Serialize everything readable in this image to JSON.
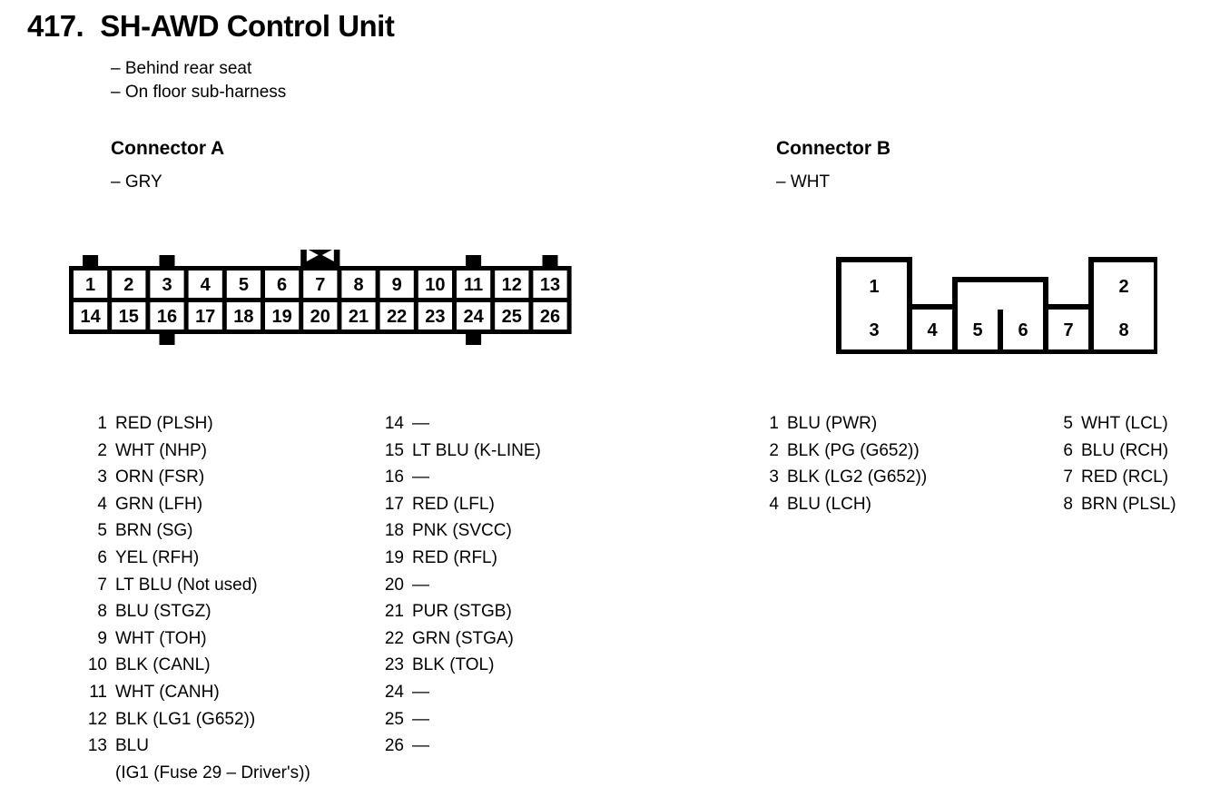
{
  "heading": {
    "number": "417.",
    "title": "SH-AWD Control Unit"
  },
  "location_notes": [
    "– Behind rear seat",
    "– On floor sub-harness"
  ],
  "connector_a": {
    "header": "Connector A",
    "color": "– GRY",
    "pin_count": 26,
    "top_row": [
      "1",
      "2",
      "3",
      "4",
      "5",
      "6",
      "7",
      "8",
      "9",
      "10",
      "11",
      "12",
      "13"
    ],
    "bottom_row": [
      "14",
      "15",
      "16",
      "17",
      "18",
      "19",
      "20",
      "21",
      "22",
      "23",
      "24",
      "25",
      "26"
    ],
    "top_tab_pins": [
      "1",
      "3",
      "11",
      "13"
    ],
    "bottom_tab_pins": [
      "16",
      "24"
    ],
    "key_marker_pin": "7",
    "pins_left": [
      {
        "num": "1",
        "desc": "RED (PLSH)"
      },
      {
        "num": "2",
        "desc": "WHT (NHP)"
      },
      {
        "num": "3",
        "desc": "ORN (FSR)"
      },
      {
        "num": "4",
        "desc": "GRN (LFH)"
      },
      {
        "num": "5",
        "desc": "BRN (SG)"
      },
      {
        "num": "6",
        "desc": "YEL (RFH)"
      },
      {
        "num": "7",
        "desc": "LT BLU (Not used)"
      },
      {
        "num": "8",
        "desc": "BLU (STGZ)"
      },
      {
        "num": "9",
        "desc": "WHT (TOH)"
      },
      {
        "num": "10",
        "desc": "BLK (CANL)"
      },
      {
        "num": "11",
        "desc": "WHT (CANH)"
      },
      {
        "num": "12",
        "desc": "BLK (LG1 (G652))"
      },
      {
        "num": "13",
        "desc": "BLU",
        "desc_line2": "(IG1 (Fuse 29 – Driver's))"
      }
    ],
    "pins_right": [
      {
        "num": "14",
        "desc": "—"
      },
      {
        "num": "15",
        "desc": "LT BLU (K-LINE)"
      },
      {
        "num": "16",
        "desc": "—"
      },
      {
        "num": "17",
        "desc": "RED (LFL)"
      },
      {
        "num": "18",
        "desc": "PNK (SVCC)"
      },
      {
        "num": "19",
        "desc": "RED (RFL)"
      },
      {
        "num": "20",
        "desc": "—"
      },
      {
        "num": "21",
        "desc": "PUR (STGB)"
      },
      {
        "num": "22",
        "desc": "GRN (STGA)"
      },
      {
        "num": "23",
        "desc": "BLK (TOL)"
      },
      {
        "num": "24",
        "desc": "—"
      },
      {
        "num": "25",
        "desc": "—"
      },
      {
        "num": "26",
        "desc": "—"
      }
    ]
  },
  "connector_b": {
    "header": "Connector B",
    "color": "– WHT",
    "pin_count": 8,
    "top_row": [
      "1",
      "",
      "2"
    ],
    "bottom_row": [
      "3",
      "4",
      "5",
      "6",
      "7",
      "8"
    ],
    "pins_left": [
      {
        "num": "1",
        "desc": "BLU (PWR)"
      },
      {
        "num": "2",
        "desc": "BLK (PG (G652))"
      },
      {
        "num": "3",
        "desc": "BLK (LG2 (G652))"
      },
      {
        "num": "4",
        "desc": "BLU (LCH)"
      }
    ],
    "pins_right": [
      {
        "num": "5",
        "desc": "WHT (LCL)"
      },
      {
        "num": "6",
        "desc": "BLU (RCH)"
      },
      {
        "num": "7",
        "desc": "RED (RCL)"
      },
      {
        "num": "8",
        "desc": "BRN (PLSL)"
      }
    ]
  }
}
